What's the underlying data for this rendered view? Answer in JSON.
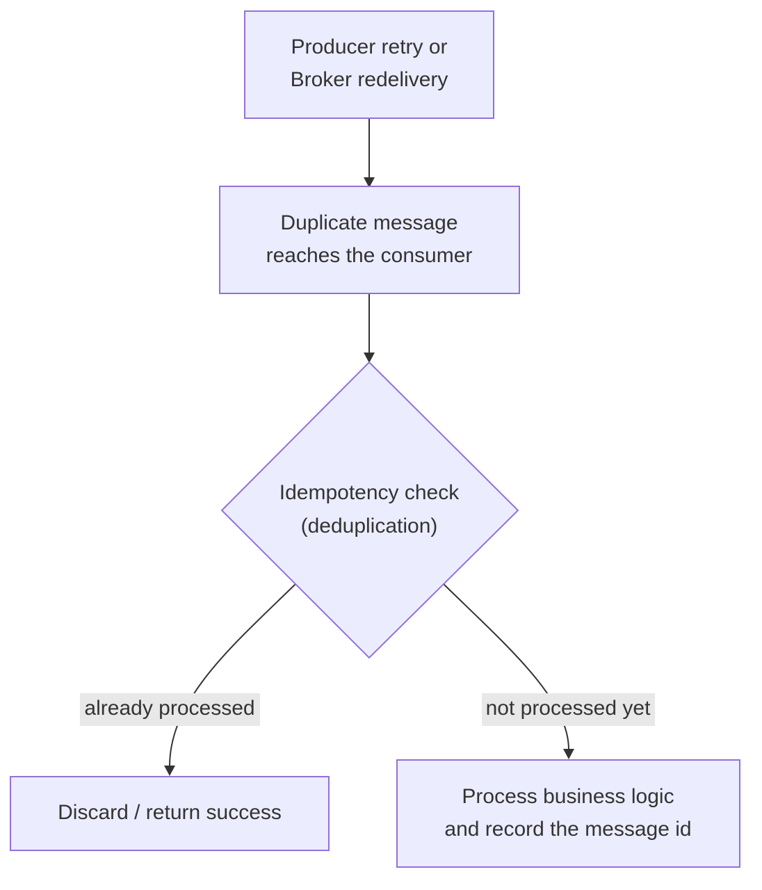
{
  "diagram": {
    "type": "flowchart",
    "direction": "top-down",
    "colors": {
      "node_fill": "#ECECFF",
      "node_border": "#9370DB",
      "edge": "#333333",
      "label_background": "#E8E8E8",
      "text": "#333333"
    },
    "nodes": {
      "source": {
        "shape": "rectangle",
        "lines": [
          "Producer retry or",
          "Broker redelivery"
        ]
      },
      "duplicate": {
        "shape": "rectangle",
        "lines": [
          "Duplicate message",
          "reaches the consumer"
        ]
      },
      "check": {
        "shape": "diamond",
        "lines": [
          "Idempotency check",
          "(deduplication)"
        ]
      },
      "discard": {
        "shape": "rectangle",
        "lines": [
          "Discard / return success"
        ]
      },
      "process": {
        "shape": "rectangle",
        "lines": [
          "Process business logic",
          "and record the message id"
        ]
      }
    },
    "edges": [
      {
        "from": "source",
        "to": "duplicate",
        "label": ""
      },
      {
        "from": "duplicate",
        "to": "check",
        "label": ""
      },
      {
        "from": "check",
        "to": "discard",
        "label": "already processed"
      },
      {
        "from": "check",
        "to": "process",
        "label": "not processed yet"
      }
    ]
  }
}
